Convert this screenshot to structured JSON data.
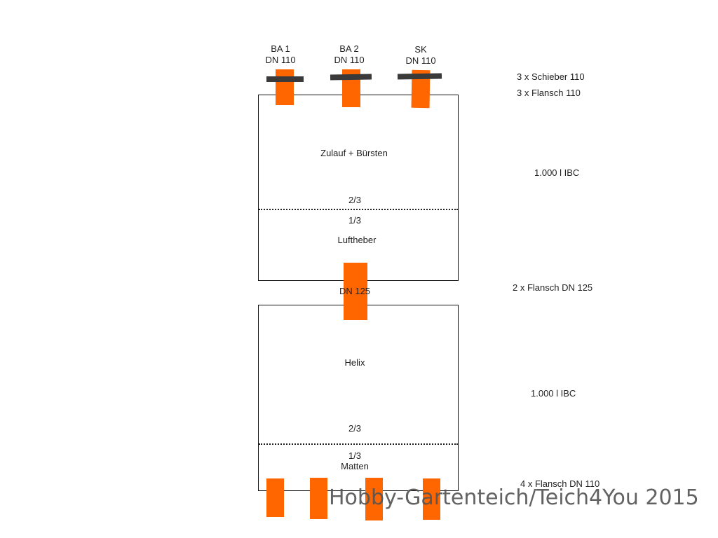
{
  "colors": {
    "pipe": "#ff6600",
    "valve": "#3a3a3a",
    "outline": "#111111",
    "watermark": "#555555"
  },
  "top_connections": [
    {
      "name": "BA 1",
      "size": "DN 110"
    },
    {
      "name": "BA 2",
      "size": "DN 110"
    },
    {
      "name": "SK",
      "size": "DN 110"
    }
  ],
  "notes": {
    "valves": "3 x Schieber 110",
    "top_flanges": "3 x Flansch 110",
    "upper_tank_volume": "1.000 l IBC",
    "middle_flanges": "2 x Flansch DN 125",
    "lower_tank_volume": "1.000 l IBC",
    "bottom_flanges": "4 x Flansch DN 110"
  },
  "upper_tank": {
    "top_section": "Zulauf + Bürsten",
    "upper_fraction": "2/3",
    "lower_fraction": "1/3",
    "bottom_section": "Luftheber"
  },
  "connector": {
    "label": "DN 125"
  },
  "lower_tank": {
    "top_section": "Helix",
    "upper_fraction": "2/3",
    "lower_fraction": "1/3",
    "bottom_section": "Matten"
  },
  "watermark": "Hobby-Gartenteich/Teich4You 2015"
}
